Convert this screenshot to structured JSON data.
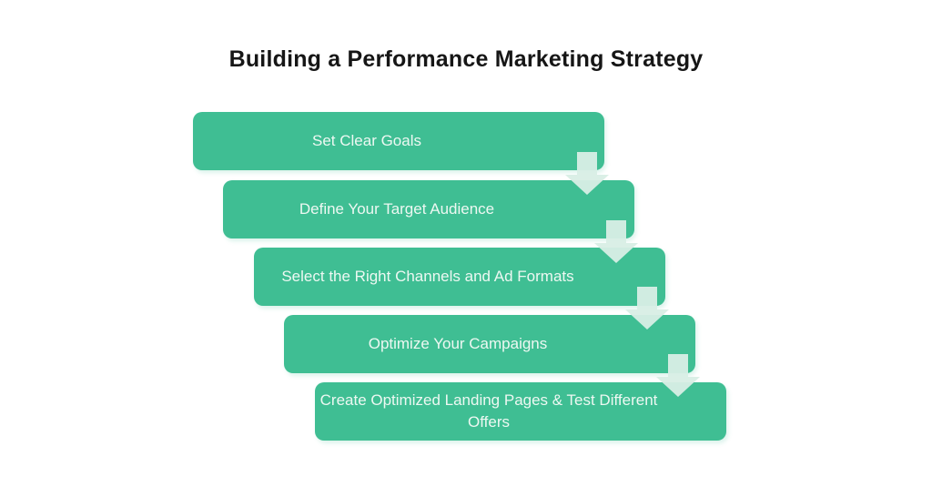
{
  "title": "Building a Performance Marketing Strategy",
  "steps": [
    {
      "label": "Set Clear Goals"
    },
    {
      "label": "Define Your Target Audience"
    },
    {
      "label": "Select the Right Channels and Ad Formats"
    },
    {
      "label": "Optimize Your Campaigns"
    },
    {
      "label": "Create Optimized Landing Pages & Test Different Offers"
    }
  ],
  "icons": {
    "connector": "down-arrow-icon"
  },
  "colors": {
    "background": "#FFFFFF",
    "box_green": "#3FBE93",
    "arrow_mint": "#D8EEE5",
    "title_text": "#161616",
    "box_text": "#EDF8F2"
  }
}
